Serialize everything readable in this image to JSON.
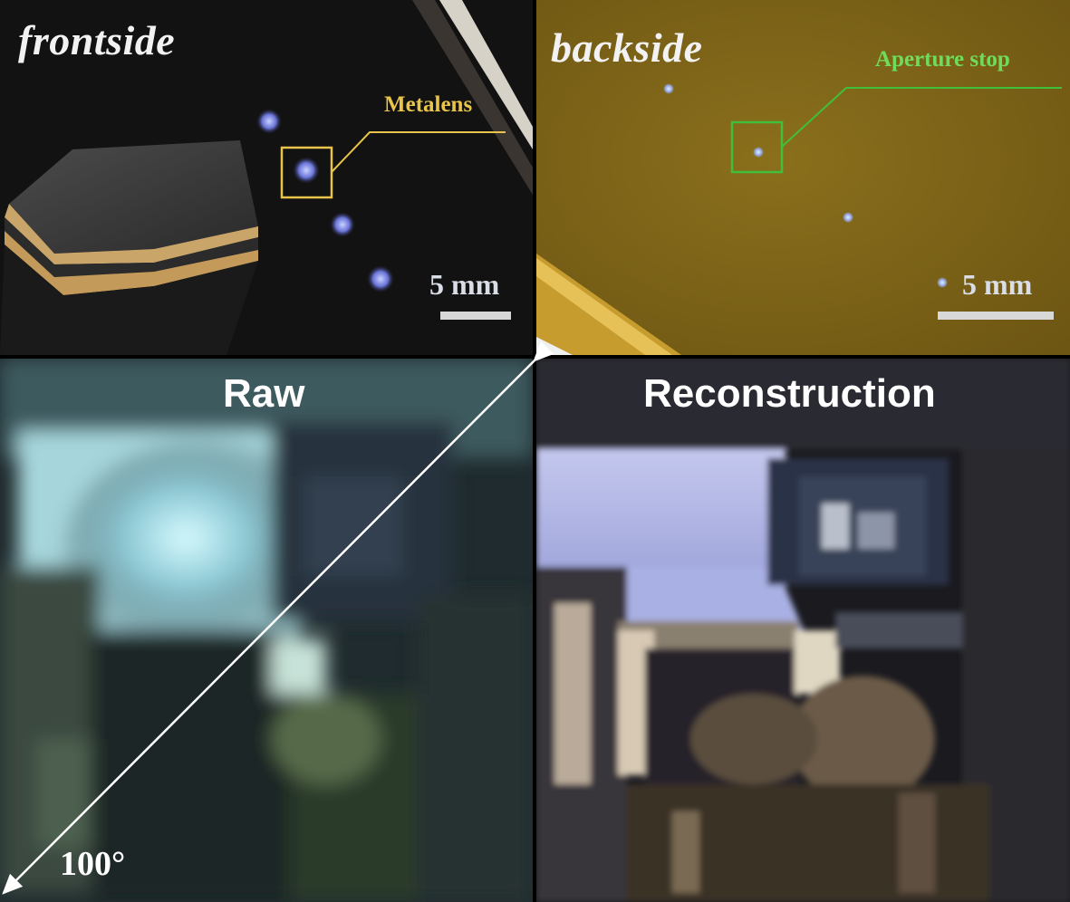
{
  "panels": {
    "frontside": {
      "title": "frontside",
      "callout": "Metalens",
      "scale_label": "5 mm",
      "callout_color": "#e8c44a"
    },
    "backside": {
      "title": "backside",
      "callout": "Aperture stop",
      "scale_label": "5 mm",
      "callout_color": "#5fd35a"
    },
    "raw": {
      "title": "Raw",
      "fov_label": "100°"
    },
    "reconstruction": {
      "title": "Reconstruction"
    }
  }
}
